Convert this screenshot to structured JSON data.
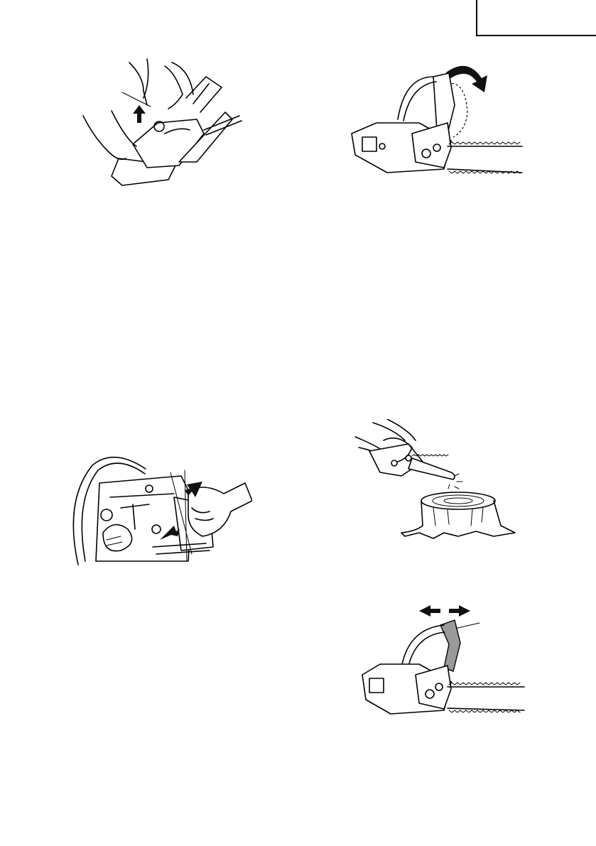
{
  "page": {
    "language_tab_text": ""
  },
  "figures": [
    {
      "id": "fig-1",
      "description_icon": "hands-lifting-chainsaw-icon"
    },
    {
      "id": "fig-2",
      "description_icon": "chain-brake-engaged-icon"
    },
    {
      "id": "fig-3",
      "description_icon": "hand-grip-throttle-lockout-icon"
    },
    {
      "id": "fig-4",
      "description_icon": "chainsaw-test-on-stump-icon"
    },
    {
      "id": "fig-5",
      "description_icon": "chain-brake-lever-shift-icon"
    }
  ]
}
